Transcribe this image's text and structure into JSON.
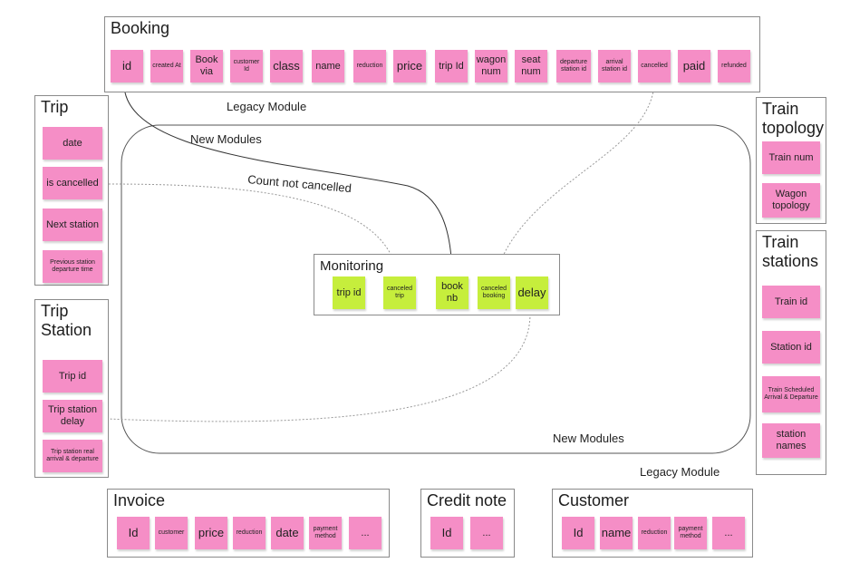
{
  "booking": {
    "title": "Booking",
    "fields": [
      "id",
      "created At",
      "Book via",
      "customer Id",
      "class",
      "name",
      "reduction",
      "price",
      "trip Id",
      "wagon num",
      "seat num",
      "departure station id",
      "arrival station id",
      "cancelled",
      "paid",
      "refunded"
    ]
  },
  "trip": {
    "title": "Trip",
    "fields": [
      "date",
      "is cancelled",
      "Next station",
      "Previous station departure time"
    ]
  },
  "trip_station": {
    "title": "Trip\nStation",
    "fields": [
      "Trip id",
      "Trip station delay",
      "Trip station real arrival & departure"
    ]
  },
  "train_topology": {
    "title": "Train\ntopology",
    "fields": [
      "Train num",
      "Wagon topology"
    ]
  },
  "train_stations": {
    "title": "Train\nstations",
    "fields": [
      "Train id",
      "Station id",
      "Train Scheduled Arrival & Departure",
      "station names"
    ]
  },
  "monitoring": {
    "title": "Monitoring",
    "fields": [
      "trip id",
      "canceled trip",
      "book nb",
      "canceled booking",
      "delay"
    ]
  },
  "invoice": {
    "title": "Invoice",
    "fields": [
      "Id",
      "customer",
      "price",
      "reduction",
      "date",
      "payment method",
      "..."
    ]
  },
  "credit_note": {
    "title": "Credit note",
    "fields": [
      "Id",
      "..."
    ]
  },
  "customer": {
    "title": "Customer",
    "fields": [
      "Id",
      "name",
      "reduction",
      "payment method",
      "..."
    ]
  },
  "labels": {
    "legacy_module_top": "Legacy Module",
    "new_modules_top": "New Modules",
    "new_modules_bottom": "New Modules",
    "legacy_module_bottom": "Legacy Module",
    "count_not_cancelled": "Count not cancelled"
  },
  "colors": {
    "pink_note": "#f58ec6",
    "green_note": "#c6ee3c",
    "border": "#8a8a8a"
  }
}
